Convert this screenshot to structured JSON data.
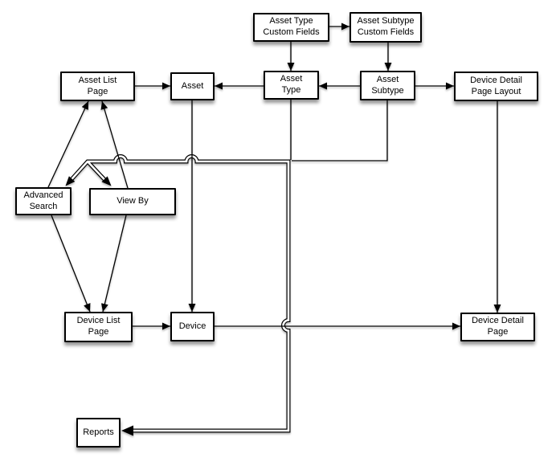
{
  "colors": {
    "background": "#ffffff",
    "node_fill": "#ffffff",
    "node_border": "#000000",
    "connector": "#000000"
  },
  "nodes": [
    {
      "id": "asset-type-custom-fields",
      "label": "Asset Type\nCustom Fields"
    },
    {
      "id": "asset-subtype-custom-fields",
      "label": "Asset Subtype\nCustom Fields"
    },
    {
      "id": "asset-list-page",
      "label": "Asset List\nPage"
    },
    {
      "id": "asset",
      "label": "Asset"
    },
    {
      "id": "asset-type",
      "label": "Asset\nType"
    },
    {
      "id": "asset-subtype",
      "label": "Asset\nSubtype"
    },
    {
      "id": "device-detail-page-layout",
      "label": "Device Detail\nPage Layout"
    },
    {
      "id": "advanced-search",
      "label": "Advanced\nSearch"
    },
    {
      "id": "view-by",
      "label": "View By"
    },
    {
      "id": "device-list-page",
      "label": "Device List\nPage"
    },
    {
      "id": "device",
      "label": "Device"
    },
    {
      "id": "device-detail-page",
      "label": "Device Detail\nPage"
    },
    {
      "id": "reports",
      "label": "Reports"
    }
  ],
  "edges": [
    {
      "from": "asset-type-custom-fields",
      "to": "asset-subtype-custom-fields",
      "style": "single-arrow"
    },
    {
      "from": "asset-type-custom-fields",
      "to": "asset-type",
      "style": "single-arrow"
    },
    {
      "from": "asset-subtype-custom-fields",
      "to": "asset-subtype",
      "style": "single-arrow"
    },
    {
      "from": "asset-list-page",
      "to": "asset",
      "style": "single-arrow"
    },
    {
      "from": "asset-type",
      "to": "asset",
      "style": "single-arrow"
    },
    {
      "from": "asset-subtype",
      "to": "asset-type",
      "style": "single-arrow"
    },
    {
      "from": "asset-subtype",
      "to": "device-detail-page-layout",
      "style": "single-arrow"
    },
    {
      "from": "asset",
      "to": "device",
      "style": "single-arrow"
    },
    {
      "from": "device-detail-page-layout",
      "to": "device-detail-page",
      "style": "single-arrow"
    },
    {
      "from": "advanced-search",
      "to": "asset-list-page",
      "style": "single-arrow"
    },
    {
      "from": "view-by",
      "to": "asset-list-page",
      "style": "single-arrow"
    },
    {
      "from": "advanced-search",
      "to": "device-list-page",
      "style": "single-arrow"
    },
    {
      "from": "view-by",
      "to": "device-list-page",
      "style": "single-arrow"
    },
    {
      "from": "device-list-page",
      "to": "device",
      "style": "single-arrow"
    },
    {
      "from": "device",
      "to": "device-detail-page",
      "style": "single-arrow"
    },
    {
      "from": "asset-type & asset-subtype",
      "to": "advanced-search",
      "style": "double-outline-arrow"
    },
    {
      "from": "asset-type & asset-subtype",
      "to": "view-by",
      "style": "double-outline-arrow"
    },
    {
      "from": "asset-type & asset-subtype",
      "to": "reports",
      "style": "double-outline-arrow"
    }
  ]
}
